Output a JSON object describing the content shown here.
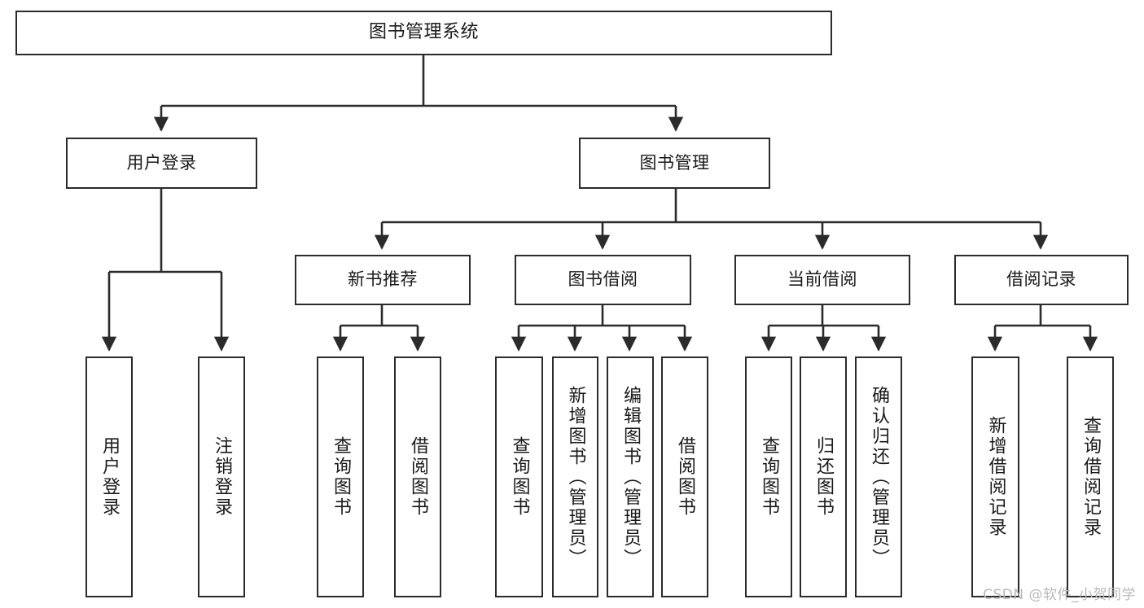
{
  "diagram": {
    "title": "图书管理系统",
    "type": "tree-hierarchy-diagram",
    "watermark": "CSDN @软件_小贺同学",
    "colors": {
      "background": "#ffffff",
      "box_border": "#2b2b2b",
      "box_fill": "#ffffff",
      "text": "#1a1a1a",
      "edge": "#2b2b2b",
      "watermark": "#b9b9b9"
    },
    "root": {
      "label": "图书管理系统"
    },
    "level2": [
      {
        "label": "用户登录"
      },
      {
        "label": "图书管理"
      }
    ],
    "level3": [
      {
        "label": "新书推荐"
      },
      {
        "label": "图书借阅"
      },
      {
        "label": "当前借阅"
      },
      {
        "label": "借阅记录"
      }
    ],
    "leaves": [
      {
        "label": "用户登录"
      },
      {
        "label": "注销登录"
      },
      {
        "label": "查询图书"
      },
      {
        "label": "借阅图书"
      },
      {
        "label": "查询图书"
      },
      {
        "label": "新增图书（管理员）"
      },
      {
        "label": "编辑图书（管理员）"
      },
      {
        "label": "借阅图书"
      },
      {
        "label": "查询图书"
      },
      {
        "label": "归还图书"
      },
      {
        "label": "确认归还（管理员）"
      },
      {
        "label": "新增借阅记录"
      },
      {
        "label": "查询借阅记录"
      }
    ]
  }
}
